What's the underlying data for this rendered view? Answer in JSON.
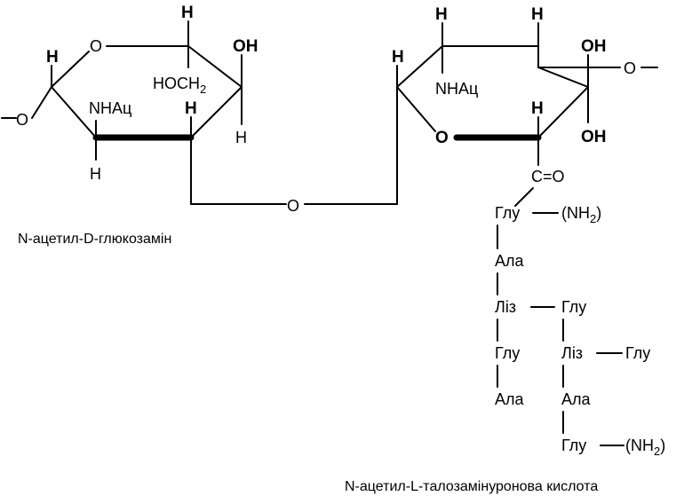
{
  "glucosamine": {
    "caption": "N-ацетил-D-глюкозамін",
    "h_top": "H",
    "oh_c3": "OH",
    "ring_o": "O",
    "h_c1": "H",
    "hoch2_main": "HOCH",
    "hoch2_sub": "2",
    "nhac": "NHАц",
    "h_c2": "H",
    "h_c3_down": "H",
    "h_c2_down": "H",
    "o_link_left": "O"
  },
  "linker": {
    "o_bridge": "O"
  },
  "taluronic": {
    "caption": "N-ацетил-L-талозамінуронова кислота",
    "h_top_left": "H",
    "h_top_right": "H",
    "oh_top": "OH",
    "o_right": "O",
    "h_left": "H",
    "nhac": "NHАц",
    "ring_o": "O",
    "h_ring": "H",
    "oh_bottom": "OH",
    "carbonyl": "C=O"
  },
  "peptide": {
    "chain1": [
      "Глу",
      "Ала",
      "Ліз",
      "Глу",
      "Ала"
    ],
    "nh2_a_main": "(NH",
    "nh2_a_sub": "2",
    "nh2_a_close": ")",
    "branch": [
      "Глу",
      "Ліз",
      "Ала",
      "Глу"
    ],
    "glu_side": "Глу",
    "nh2_b_main": "(NH",
    "nh2_b_sub": "2",
    "nh2_b_close": ")"
  }
}
